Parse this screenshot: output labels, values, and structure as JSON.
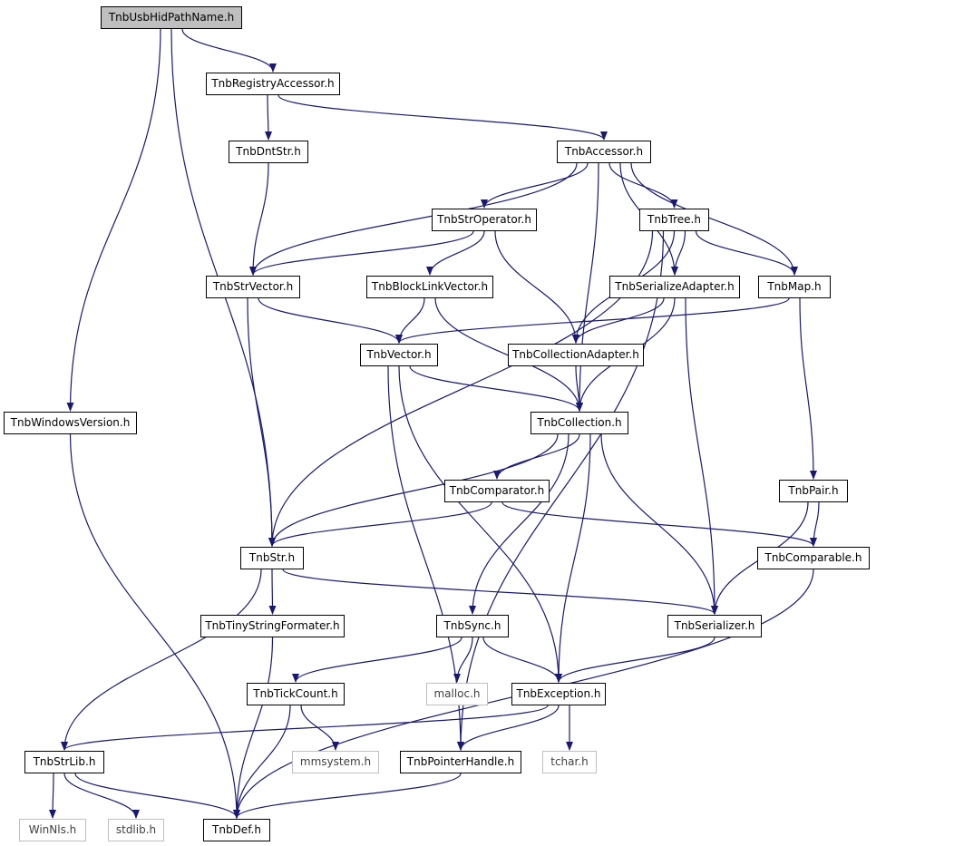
{
  "diagram": {
    "edge_color": "#191970",
    "root_fill": "#bfbfbf",
    "external_border": "#bfbfbf",
    "nodes": {
      "usbhid": "TnbUsbHidPathName.h",
      "regacc": "TnbRegistryAccessor.h",
      "dntstr": "TnbDntStr.h",
      "accessor": "TnbAccessor.h",
      "strop": "TnbStrOperator.h",
      "tree": "TnbTree.h",
      "strvec": "TnbStrVector.h",
      "blvec": "TnbBlockLinkVector.h",
      "seradapt": "TnbSerializeAdapter.h",
      "map": "TnbMap.h",
      "vector": "TnbVector.h",
      "coladapt": "TnbCollectionAdapter.h",
      "winver": "TnbWindowsVersion.h",
      "collection": "TnbCollection.h",
      "comparator": "TnbComparator.h",
      "pair": "TnbPair.h",
      "str": "TnbStr.h",
      "comparable": "TnbComparable.h",
      "tinyfmt": "TnbTinyStringFormater.h",
      "sync": "TnbSync.h",
      "serializer": "TnbSerializer.h",
      "tick": "TnbTickCount.h",
      "malloc": "malloc.h",
      "exception": "TnbException.h",
      "strlib": "TnbStrLib.h",
      "mmsystem": "mmsystem.h",
      "ptrhandle": "TnbPointerHandle.h",
      "tchar": "tchar.h",
      "winnls": "WinNls.h",
      "stdlib": "stdlib.h",
      "def": "TnbDef.h"
    },
    "edges": [
      [
        "usbhid",
        "regacc"
      ],
      [
        "usbhid",
        "winver"
      ],
      [
        "usbhid",
        "str"
      ],
      [
        "regacc",
        "dntstr"
      ],
      [
        "regacc",
        "accessor"
      ],
      [
        "dntstr",
        "strvec"
      ],
      [
        "accessor",
        "strop"
      ],
      [
        "accessor",
        "tree"
      ],
      [
        "accessor",
        "strvec"
      ],
      [
        "accessor",
        "seradapt"
      ],
      [
        "accessor",
        "map"
      ],
      [
        "accessor",
        "collection"
      ],
      [
        "strop",
        "strvec"
      ],
      [
        "strop",
        "blvec"
      ],
      [
        "strop",
        "coladapt"
      ],
      [
        "tree",
        "str"
      ],
      [
        "tree",
        "seradapt"
      ],
      [
        "tree",
        "map"
      ],
      [
        "tree",
        "coladapt"
      ],
      [
        "tree",
        "ptrhandle"
      ],
      [
        "strvec",
        "vector"
      ],
      [
        "strvec",
        "str"
      ],
      [
        "blvec",
        "vector"
      ],
      [
        "blvec",
        "collection"
      ],
      [
        "seradapt",
        "coladapt"
      ],
      [
        "seradapt",
        "collection"
      ],
      [
        "seradapt",
        "serializer"
      ],
      [
        "map",
        "vector"
      ],
      [
        "map",
        "pair"
      ],
      [
        "vector",
        "collection"
      ],
      [
        "vector",
        "exception"
      ],
      [
        "vector",
        "ptrhandle"
      ],
      [
        "coladapt",
        "collection"
      ],
      [
        "winver",
        "def"
      ],
      [
        "collection",
        "comparator"
      ],
      [
        "collection",
        "str"
      ],
      [
        "collection",
        "sync"
      ],
      [
        "collection",
        "serializer"
      ],
      [
        "collection",
        "exception"
      ],
      [
        "comparator",
        "str"
      ],
      [
        "comparator",
        "comparable"
      ],
      [
        "pair",
        "comparable"
      ],
      [
        "pair",
        "serializer"
      ],
      [
        "str",
        "tinyfmt"
      ],
      [
        "str",
        "serializer"
      ],
      [
        "str",
        "strlib"
      ],
      [
        "comparable",
        "def"
      ],
      [
        "tinyfmt",
        "def"
      ],
      [
        "sync",
        "tick"
      ],
      [
        "sync",
        "malloc"
      ],
      [
        "sync",
        "exception"
      ],
      [
        "serializer",
        "exception"
      ],
      [
        "tick",
        "mmsystem"
      ],
      [
        "tick",
        "def"
      ],
      [
        "exception",
        "strlib"
      ],
      [
        "exception",
        "ptrhandle"
      ],
      [
        "exception",
        "tchar"
      ],
      [
        "strlib",
        "winnls"
      ],
      [
        "strlib",
        "stdlib"
      ],
      [
        "strlib",
        "def"
      ],
      [
        "ptrhandle",
        "def"
      ]
    ]
  }
}
